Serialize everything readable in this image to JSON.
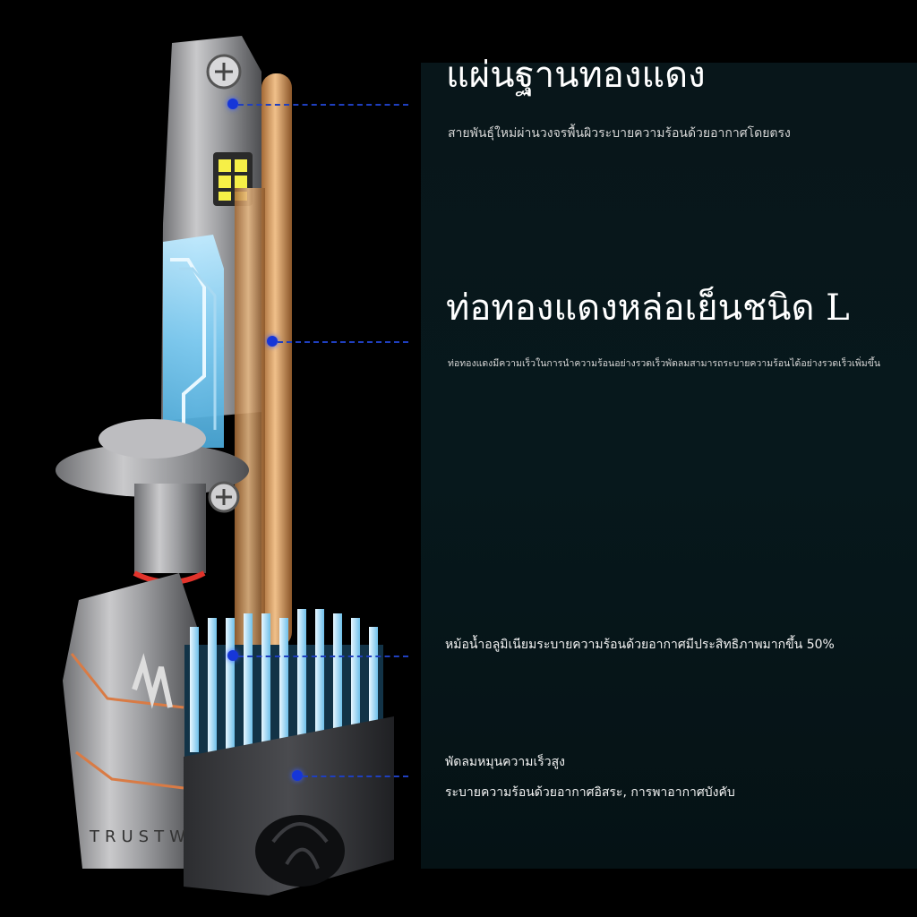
{
  "colors": {
    "background": "#000000",
    "panel": "#08161a",
    "callout": "#1636d8",
    "copper": "#d79b5f",
    "ice_blue": "#8fd6ff"
  },
  "callouts": {
    "copper_base": {
      "title": "แผ่นฐานทองแดง",
      "desc": "สายพันธุ์ใหม่ผ่านวงจรพื้นผิวระบายความร้อนด้วยอากาศโดยตรง"
    },
    "copper_pipe": {
      "title": "ท่อทองแดงหล่อเย็นชนิด L",
      "desc": "ท่อทองแดงมีความเร็วในการนำความร้อนอย่างรวดเร็วพัดลมสามารถระบายความร้อนได้อย่างรวดเร็วเพิ่มขึ้น"
    },
    "heatsink": {
      "text": "หม้อน้ำอลูมิเนียมระบายความร้อนด้วยอากาศมีประสิทธิภาพมากขึ้น 50%"
    },
    "fan": {
      "line1": "พัดลมหมุนความเร็วสูง",
      "line2": "ระบายความร้อนด้วยอากาศอิสระ, การพาอากาศบังคับ"
    }
  },
  "product": {
    "brand_text": "TRUSTW"
  }
}
